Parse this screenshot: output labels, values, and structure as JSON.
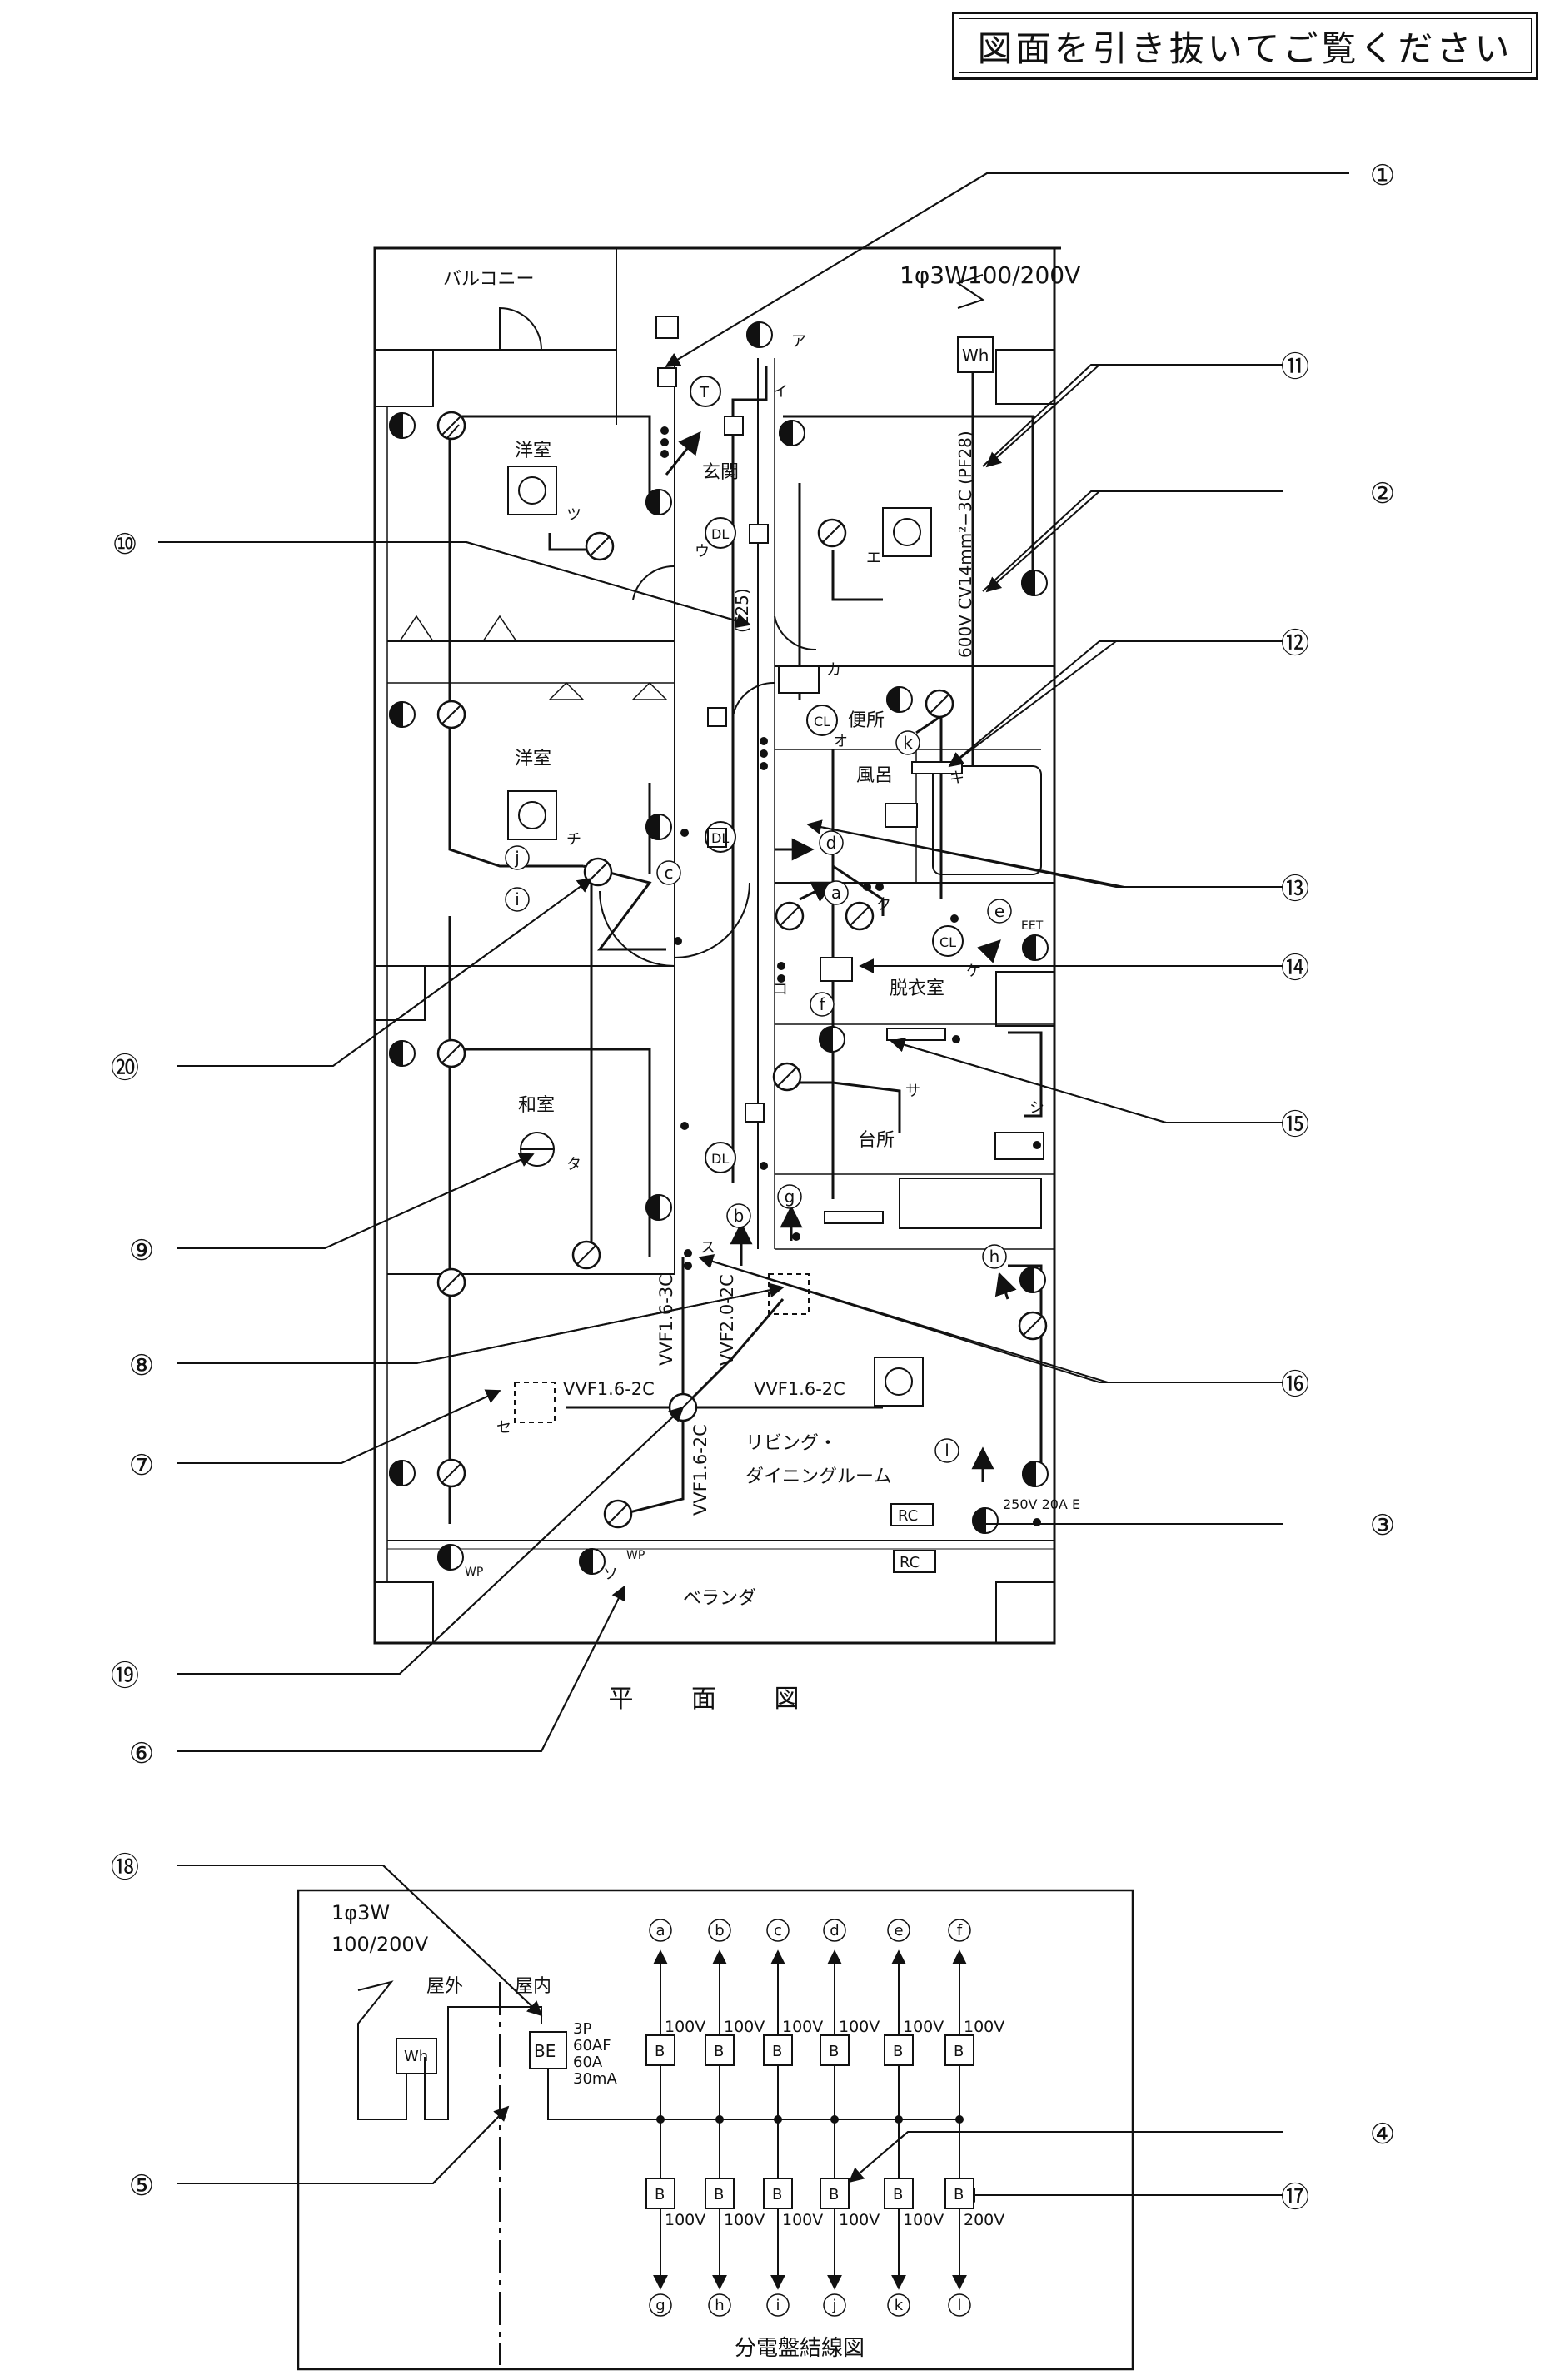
{
  "header": {
    "text": "図面を引き抜いてご覧ください"
  },
  "plan": {
    "title": "平 面 図",
    "supply": "1φ3W100/200V",
    "meter": "Wh",
    "rooms": [
      "バルコニー",
      "洋室",
      "玄関",
      "洋室",
      "便所",
      "風呂",
      "脱衣室",
      "和室",
      "台所",
      "リビング・",
      "ダイニングルーム",
      "ベランダ"
    ],
    "cable_main": "600V CV14mm²−3C (PF28)",
    "conduit": "(E25)",
    "wiring": [
      "VVF1.6-2C",
      "VVF1.6-3C",
      "VVF2.0-2C",
      "VVF1.6-2C",
      "VVF1.6-2C"
    ],
    "fixtures": [
      "DL",
      "DL",
      "DL",
      "CL",
      "CL",
      "T",
      "RC",
      "RC",
      "WP",
      "WP",
      "EET"
    ],
    "outlet_rating": "250V 20A E",
    "switch_labels": [
      "ア",
      "イ",
      "ウ",
      "エ",
      "オ",
      "カ",
      "キ",
      "ク",
      "ケ",
      "コ",
      "サ",
      "シ",
      "ス",
      "セ",
      "ソ",
      "タ",
      "チ",
      "ツ"
    ],
    "circuits": [
      "a",
      "b",
      "c",
      "d",
      "e",
      "f",
      "g",
      "h",
      "i",
      "j",
      "k",
      "l"
    ]
  },
  "callouts": [
    "①",
    "②",
    "③",
    "④",
    "⑤",
    "⑥",
    "⑦",
    "⑧",
    "⑨",
    "⑩",
    "⑪",
    "⑫",
    "⑬",
    "⑭",
    "⑮",
    "⑯",
    "⑰",
    "⑱",
    "⑲",
    "⑳"
  ],
  "panel": {
    "title": "分電盤結線図",
    "supply_line1": "1φ3W",
    "supply_line2": "100/200V",
    "outdoor": "屋外",
    "indoor": "屋内",
    "meter": "Wh",
    "main_breaker": "BE",
    "main_spec": [
      "3P",
      "60AF",
      "60A",
      "30mA"
    ],
    "breaker_label": "B",
    "top_circuits": [
      "a",
      "b",
      "c",
      "d",
      "e",
      "f"
    ],
    "top_voltages": [
      "100V",
      "100V",
      "100V",
      "100V",
      "100V",
      "100V"
    ],
    "bottom_circuits": [
      "g",
      "h",
      "i",
      "j",
      "k",
      "l"
    ],
    "bottom_voltages": [
      "100V",
      "100V",
      "100V",
      "100V",
      "100V",
      "200V"
    ]
  }
}
